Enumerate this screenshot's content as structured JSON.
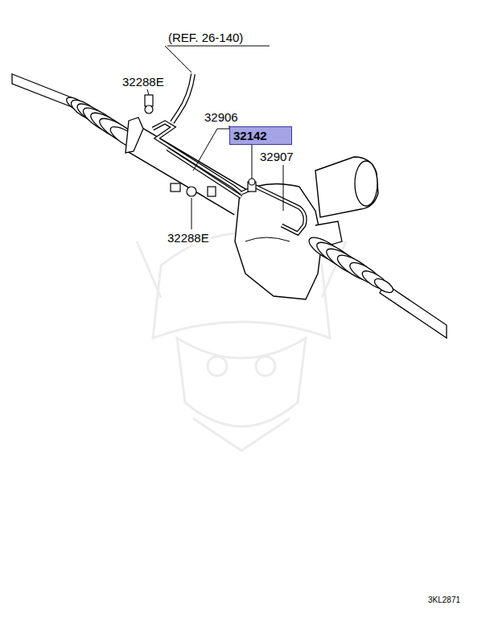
{
  "diagram": {
    "nodes": [
      {
        "text": [
          "32142"
        ]
      }
    ],
    "labels": [
      "(REF. 26-140)",
      "32288E",
      "32906",
      "32907",
      "32288E",
      "3KL2871"
    ]
  }
}
